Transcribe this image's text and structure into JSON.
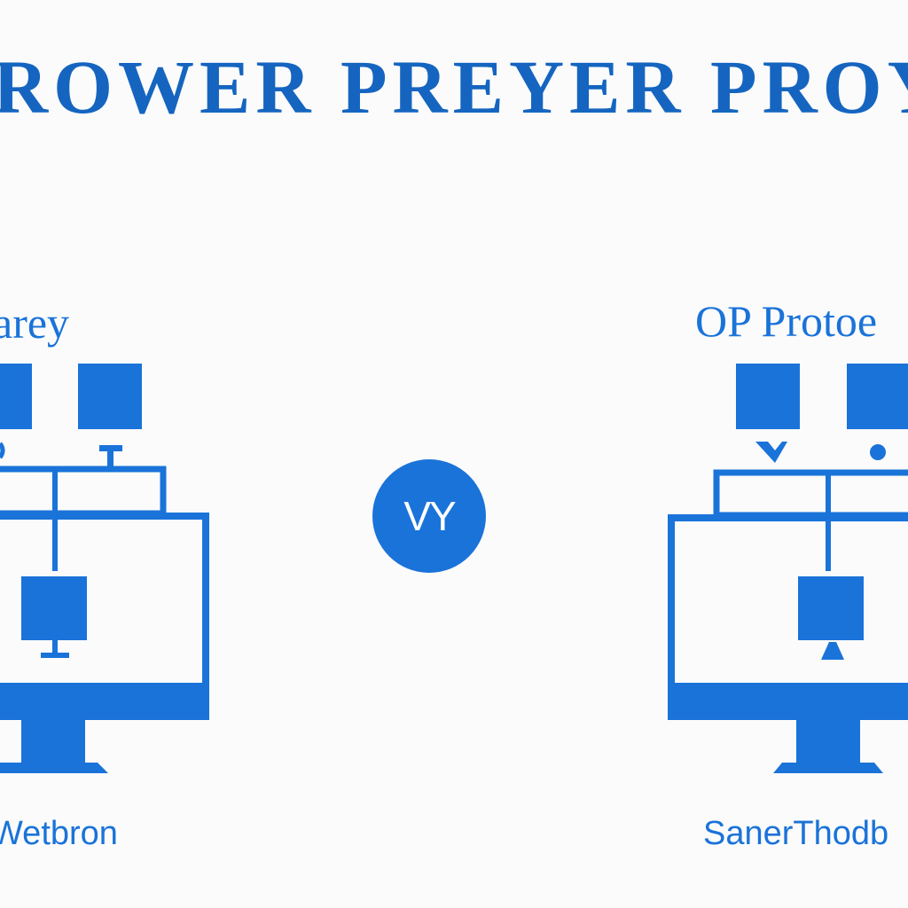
{
  "title": "ROWER PREYER PROY",
  "center_badge": "VY",
  "left": {
    "top_label": "arey",
    "bottom_label": "Wetbron"
  },
  "right": {
    "top_label": "OP Protoe",
    "bottom_label": "SanerThodb"
  },
  "colors": {
    "primary": "#1a73d9",
    "title": "#1565c0",
    "background": "#fbfbfb"
  }
}
